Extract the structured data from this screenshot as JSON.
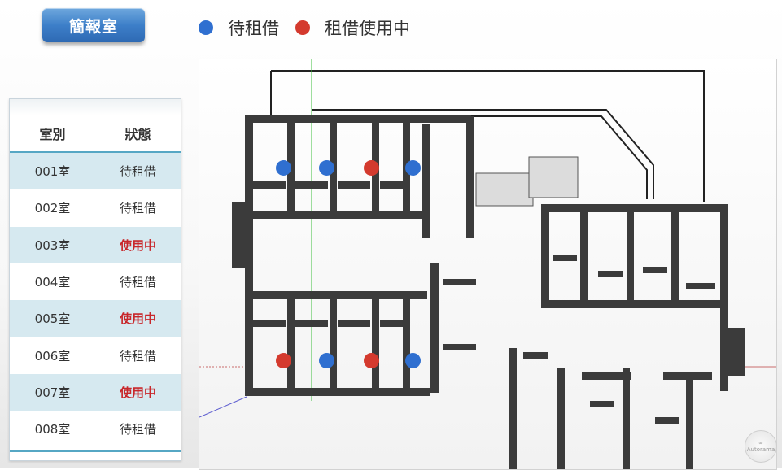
{
  "title_button": "簡報室",
  "legend": [
    {
      "label": "待租借",
      "color": "#2f6fd0"
    },
    {
      "label": "租借使用中",
      "color": "#d43a2e"
    }
  ],
  "table": {
    "headers": [
      "室別",
      "狀態"
    ],
    "rows": [
      {
        "room": "001室",
        "status": "待租借",
        "busy": false
      },
      {
        "room": "002室",
        "status": "待租借",
        "busy": false
      },
      {
        "room": "003室",
        "status": "使用中",
        "busy": true
      },
      {
        "room": "004室",
        "status": "待租借",
        "busy": false
      },
      {
        "room": "005室",
        "status": "使用中",
        "busy": true
      },
      {
        "room": "006室",
        "status": "待租借",
        "busy": false
      },
      {
        "room": "007室",
        "status": "使用中",
        "busy": true
      },
      {
        "room": "008室",
        "status": "待租借",
        "busy": false
      }
    ]
  },
  "floorplan_markers": [
    {
      "room": "001室",
      "state": "available"
    },
    {
      "room": "002室",
      "state": "available"
    },
    {
      "room": "003室",
      "state": "occupied"
    },
    {
      "room": "004室",
      "state": "available"
    },
    {
      "room": "005室",
      "state": "occupied"
    },
    {
      "room": "006室",
      "state": "available"
    },
    {
      "room": "007室",
      "state": "occupied"
    },
    {
      "room": "008室",
      "state": "available"
    }
  ],
  "colors": {
    "available": "#2f6fd0",
    "occupied": "#d43a2e",
    "busy_text": "#c8272b",
    "accent": "#56a7c4"
  },
  "logo": {
    "icon": "infinity-icon",
    "text": "Autorama"
  }
}
